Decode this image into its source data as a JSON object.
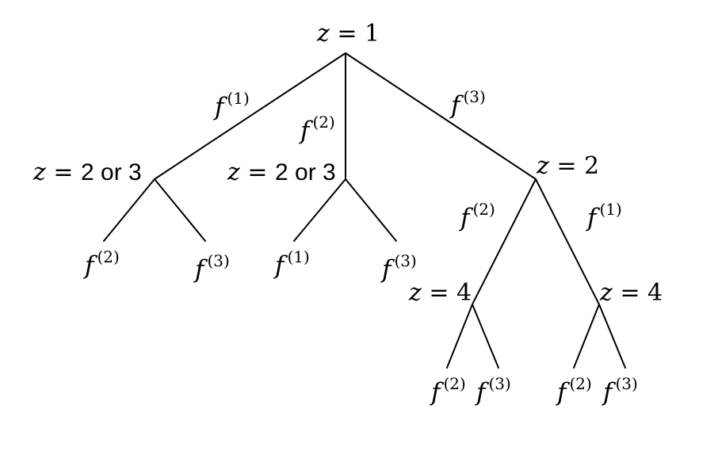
{
  "nodes": {
    "root": {
      "var": "z",
      "eq": " = ",
      "value": "1"
    },
    "left": {
      "var": "z",
      "eq": " = ",
      "value": "2 or 3"
    },
    "mid": {
      "var": "z",
      "eq": " = ",
      "value": "2 or 3"
    },
    "right": {
      "var": "z",
      "eq": " = ",
      "value": "2"
    },
    "rl": {
      "var": "z",
      "eq": " = ",
      "value": "4"
    },
    "rr": {
      "var": "z",
      "eq": " = ",
      "value": "4"
    }
  },
  "edges": {
    "root_left": {
      "f": "f",
      "sup": "(1)"
    },
    "root_mid": {
      "f": "f",
      "sup": "(2)"
    },
    "root_right": {
      "f": "f",
      "sup": "(3)"
    },
    "left_a": {
      "f": "f",
      "sup": "(2)"
    },
    "left_b": {
      "f": "f",
      "sup": "(3)"
    },
    "mid_a": {
      "f": "f",
      "sup": "(1)"
    },
    "mid_b": {
      "f": "f",
      "sup": "(3)"
    },
    "right_rl": {
      "f": "f",
      "sup": "(2)"
    },
    "right_rr": {
      "f": "f",
      "sup": "(1)"
    },
    "rl_a": {
      "f": "f",
      "sup": "(2)"
    },
    "rl_b": {
      "f": "f",
      "sup": "(3)"
    },
    "rr_a": {
      "f": "f",
      "sup": "(2)"
    },
    "rr_b": {
      "f": "f",
      "sup": "(3)"
    }
  }
}
